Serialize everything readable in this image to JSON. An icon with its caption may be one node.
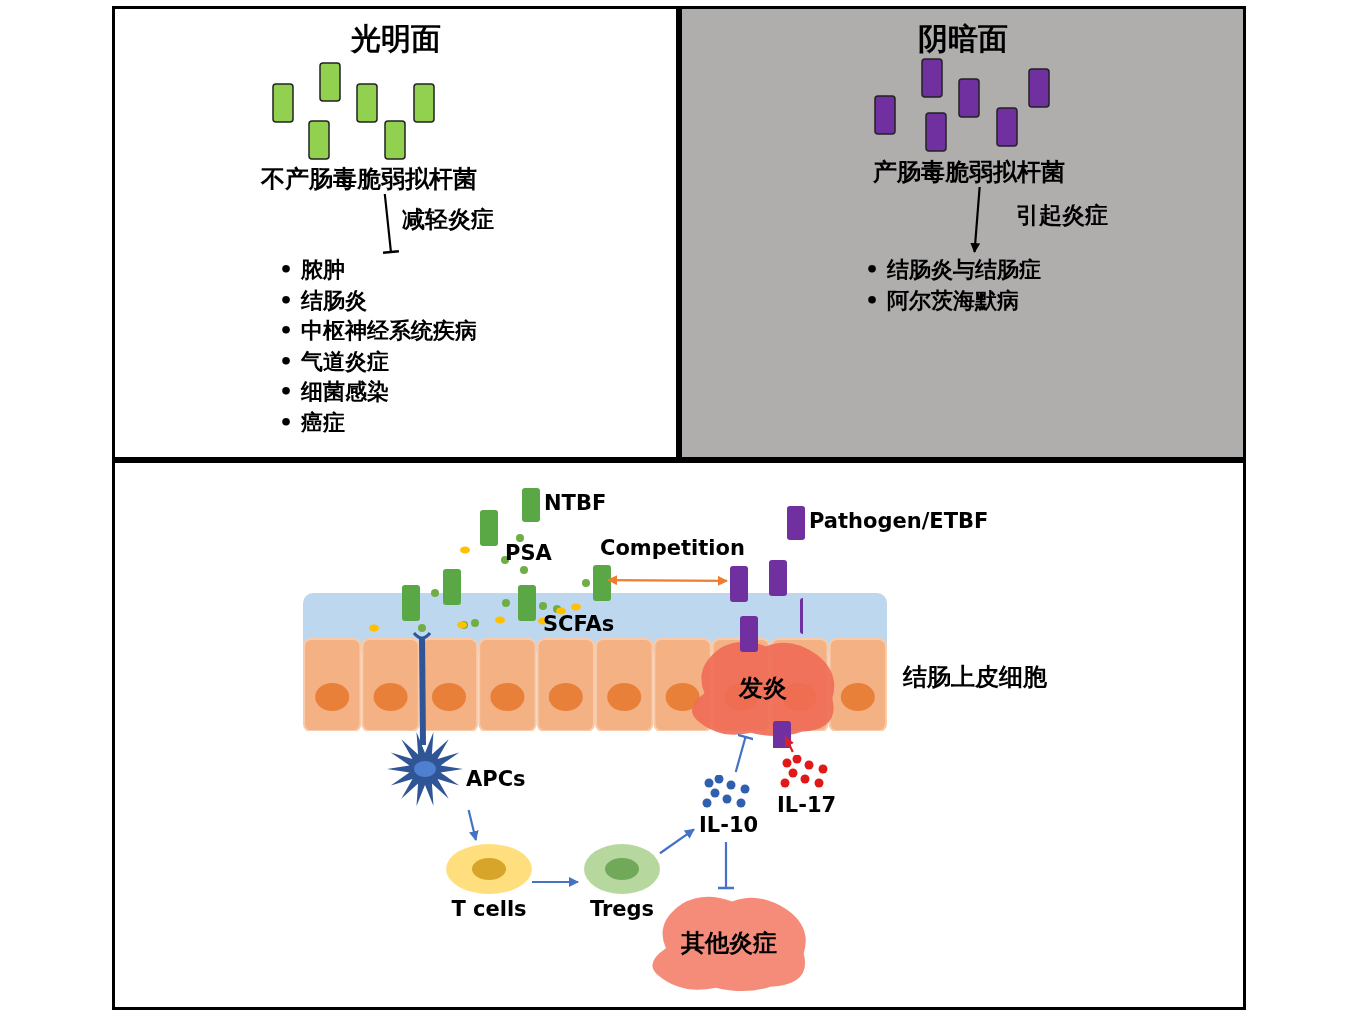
{
  "diagram": {
    "nodes": [
      {
        "text": [
          "光明面"
        ]
      },
      {
        "text": [
          "不产肠毒脆弱拟杆菌"
        ],
        "in": 0
      },
      {
        "text": [
          "• 脓肿",
          "• 结肠炎",
          "• 中枢神经系统疾病",
          "• 气道炎症",
          "• 细菌感染",
          "• 癌症"
        ],
        "in": 0
      },
      {
        "text": [
          "阴暗面"
        ]
      },
      {
        "text": [
          "产肠毒脆弱拟杆菌"
        ],
        "in": 3
      },
      {
        "text": [
          "• 结肠炎与结肠症",
          "• 阿尔茨海默病"
        ],
        "in": 3
      },
      {
        "text": [],
        "shape": "box"
      },
      {
        "text": [
          "NTBF"
        ],
        "in": 6
      },
      {
        "text": [
          "Pathogen/ETBF"
        ],
        "in": 6
      },
      {
        "text": [
          "结肠上皮细胞"
        ],
        "in": 6
      },
      {
        "text": [
          "发炎"
        ],
        "in": 9
      },
      {
        "text": [
          "APCs"
        ],
        "in": 6
      },
      {
        "text": [
          "IL-17"
        ],
        "in": 6
      },
      {
        "text": [
          "IL-10"
        ],
        "in": 6
      },
      {
        "text": [
          "T cells"
        ],
        "in": 6
      },
      {
        "text": [
          "Tregs"
        ],
        "in": 6
      },
      {
        "text": [
          "其他炎症"
        ],
        "in": 6
      },
      {
        "text": [],
        "shape": "bar",
        "in": 6
      },
      {
        "text": [],
        "shape": "bar",
        "in": 6
      }
    ],
    "edges": [
      {
        "from": 1,
        "to": 2,
        "arrow": "other",
        "label": "减轻炎症",
        "color": "#000000"
      },
      {
        "from": 4,
        "to": 5,
        "arrow": "to",
        "label": "引起炎症",
        "color": "#000000"
      },
      {
        "from": 17,
        "to": 18,
        "arrow": "both",
        "label": "Competition",
        "color": "#ed7d31"
      },
      {
        "from": 11,
        "to": 14,
        "arrow": "to"
      },
      {
        "from": 14,
        "to": 15,
        "arrow": "to"
      },
      {
        "from": 15,
        "to": 13,
        "arrow": "to"
      },
      {
        "from": 13,
        "to": 10,
        "arrow": "other"
      },
      {
        "from": 13,
        "to": 16,
        "arrow": "other"
      },
      {
        "from": 12,
        "to": 10,
        "arrow": "to",
        "color": "#e02020"
      }
    ],
    "labels": [
      "PSA",
      "SCFAs"
    ]
  }
}
